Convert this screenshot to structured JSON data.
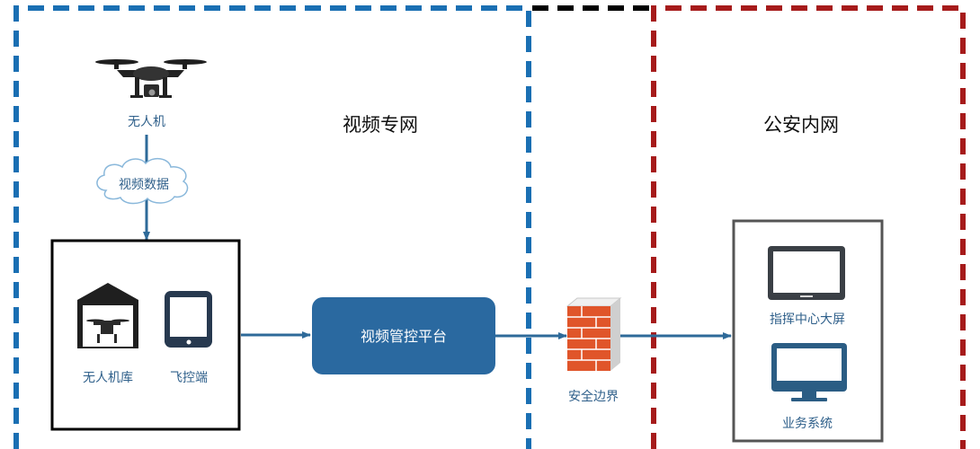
{
  "zones": {
    "video_net": {
      "title": "视频专网"
    },
    "police_net": {
      "title": "公安内网"
    }
  },
  "nodes": {
    "drone": {
      "label": "无人机"
    },
    "video_data": {
      "label": "视频数据"
    },
    "drone_hangar": {
      "label": "无人机库"
    },
    "flight_control": {
      "label": "飞控端"
    },
    "platform": {
      "label": "视频管控平台"
    },
    "security_boundary": {
      "label": "安全边界"
    },
    "command_screen": {
      "label": "指挥中心大屏"
    },
    "business_system": {
      "label": "业务系统"
    }
  },
  "colors": {
    "video_net_border": "#1a6fb3",
    "police_net_border": "#a61b1b",
    "gap_border": "#000000",
    "arrow": "#2e6a99",
    "platform_fill": "#2a69a0",
    "icon_dark": "#27394f",
    "firewall_red": "#e0552a"
  }
}
